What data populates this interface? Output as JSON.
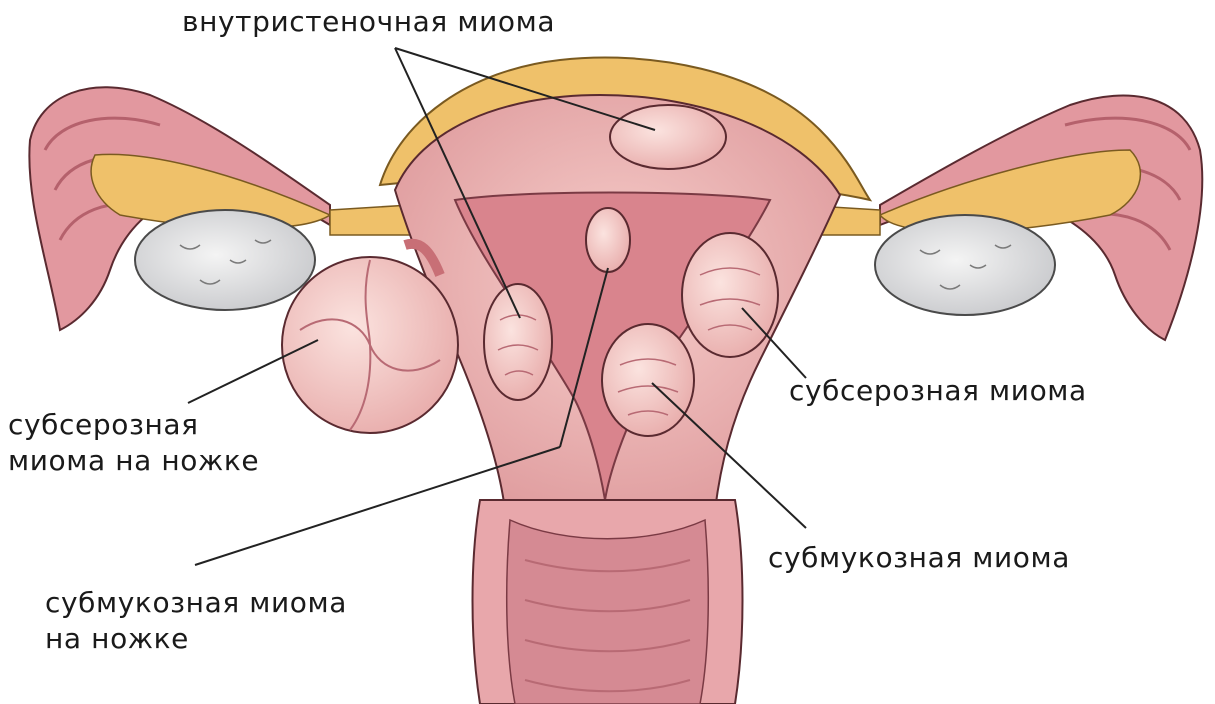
{
  "labels": {
    "intramural": "внутристеночная миома",
    "subserous_pedunculated": [
      "субсерозная",
      "миома на ножке"
    ],
    "subserous": "субсерозная миома",
    "submucous": "субмукозная миома",
    "submucous_pedunculated": [
      "субмукозная миома",
      "на ножке"
    ]
  },
  "colors": {
    "tissue": "#e9a7a7",
    "tissue_dark": "#c86f76",
    "fat": "#efc16a",
    "ovary": "#dfe0e2",
    "outline": "#3a2a2a",
    "leader": "#222222"
  }
}
